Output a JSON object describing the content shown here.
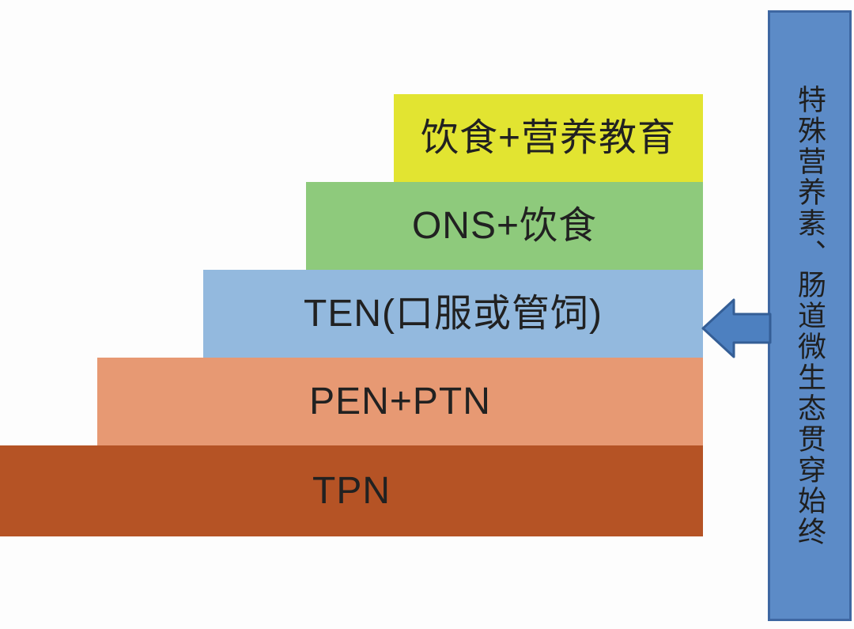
{
  "diagram": {
    "steps": [
      {
        "label": "饮食+营养教育",
        "color": "#e2e431"
      },
      {
        "label": "ONS+饮食",
        "color": "#8eca7c"
      },
      {
        "label": "TEN(口服或管饲)",
        "color": "#93b9de"
      },
      {
        "label": "PEN+PTN",
        "color": "#e79973"
      },
      {
        "label": "TPN",
        "color": "#b55325"
      }
    ],
    "side_banner": {
      "label": "特殊营养素、肠道微生态贯穿始终",
      "fill": "#5c8bc7",
      "border_color": "#3e67a2"
    },
    "arrow": {
      "direction": "left",
      "fill": "#4d80c0",
      "border_color": "#345e96"
    }
  }
}
